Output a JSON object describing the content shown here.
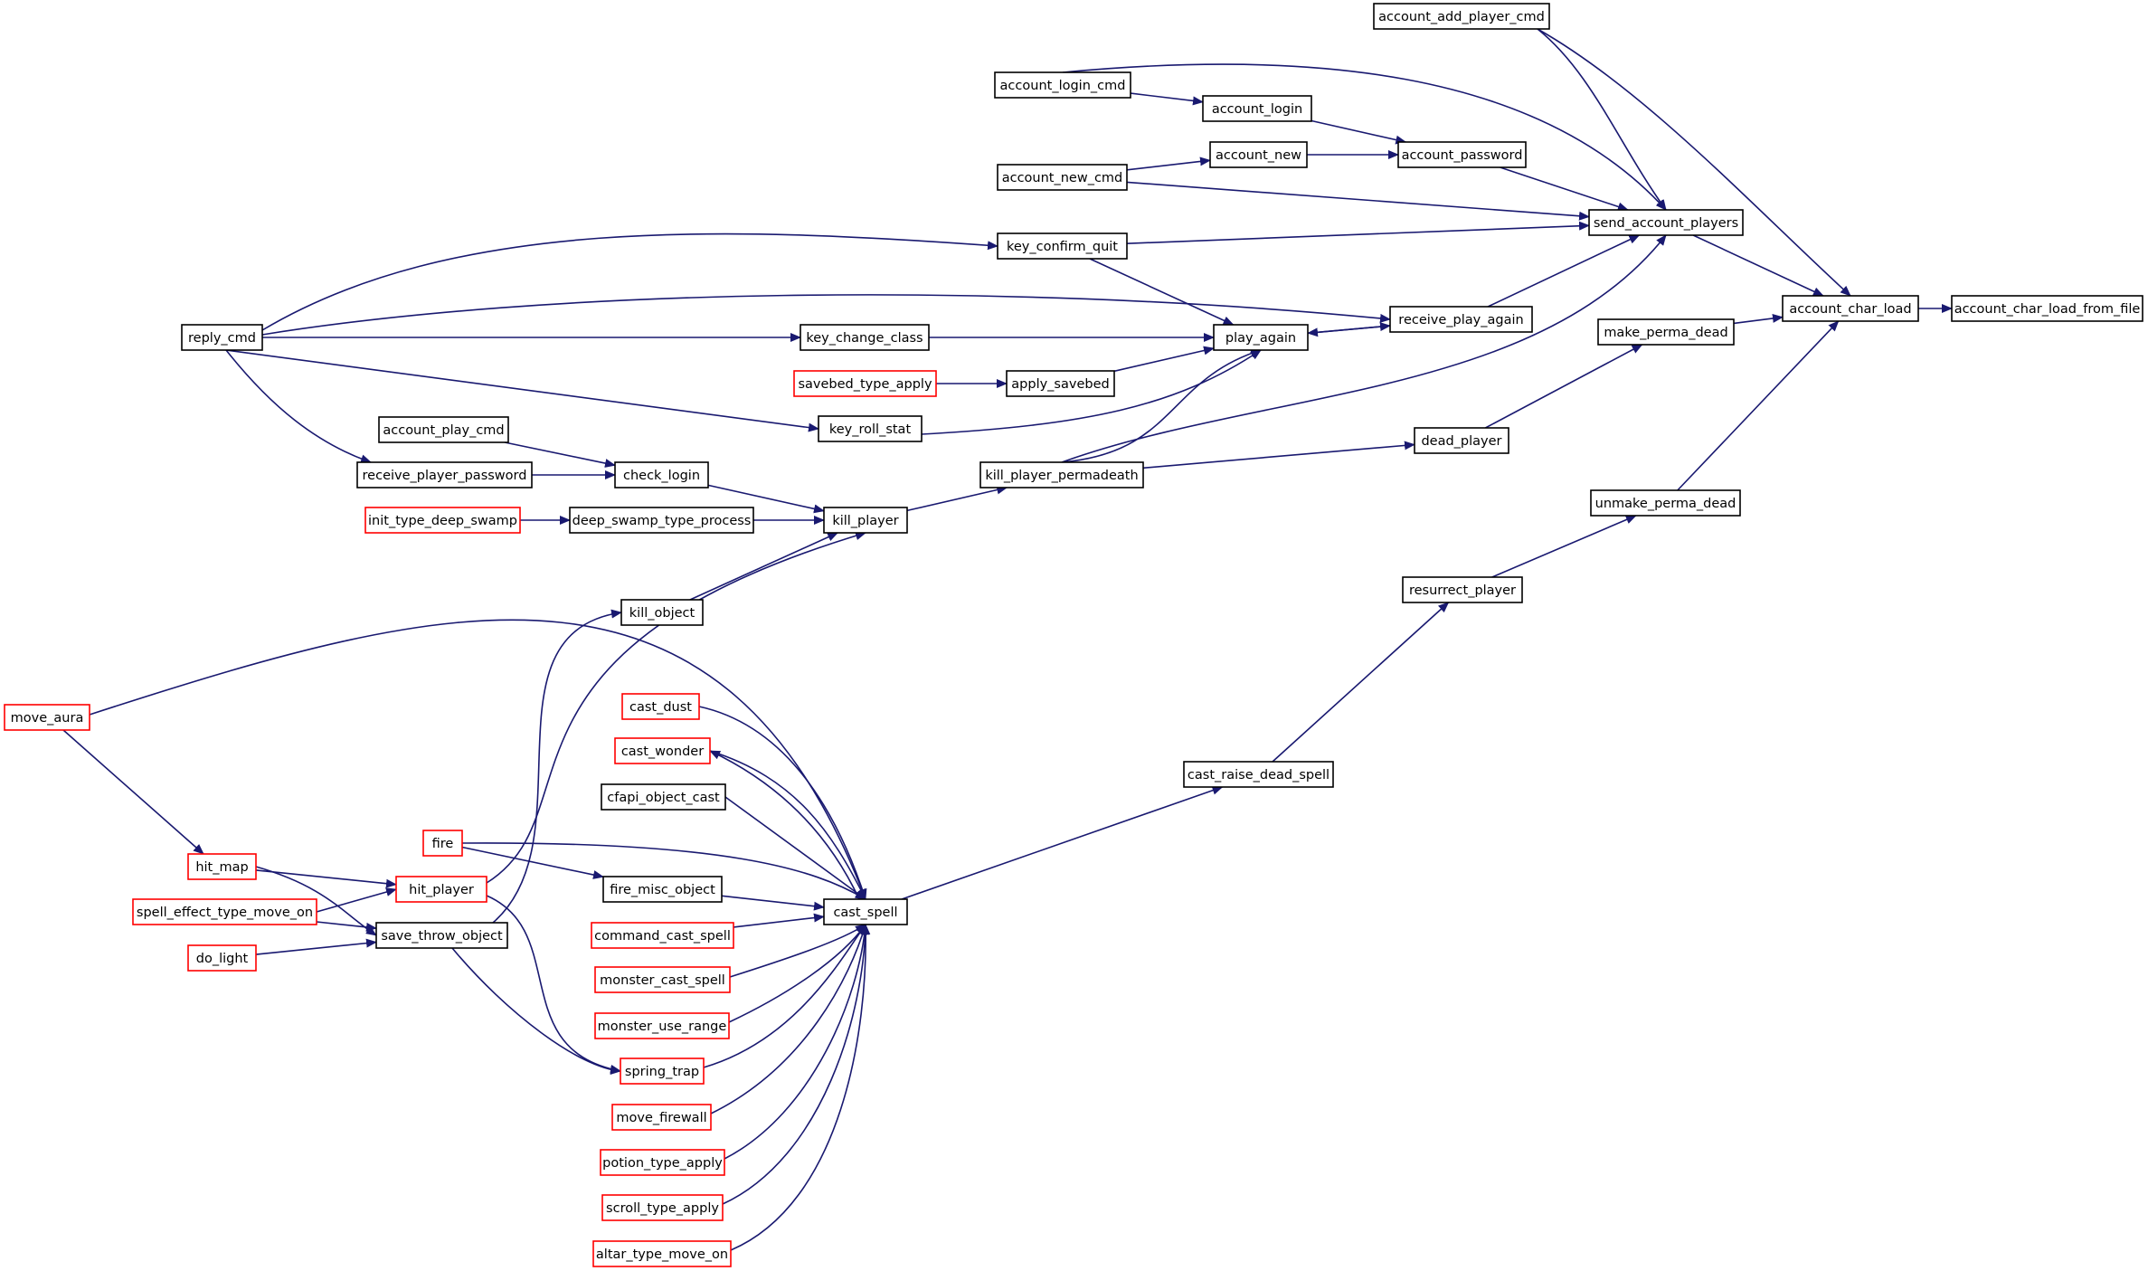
{
  "colors": {
    "edge": "#191970",
    "border_normal": "#000000",
    "border_truncated": "#ff0000",
    "focus_fill": "#bfbfbf"
  },
  "nodes": [
    {
      "id": "account_char_load_from_file",
      "label": "account_char_load_from_file",
      "kind": "focus"
    },
    {
      "id": "account_char_load",
      "label": "account_char_load",
      "kind": "normal"
    },
    {
      "id": "account_add_player_cmd",
      "label": "account_add_player_cmd",
      "kind": "normal"
    },
    {
      "id": "send_account_players",
      "label": "send_account_players",
      "kind": "normal"
    },
    {
      "id": "make_perma_dead",
      "label": "make_perma_dead",
      "kind": "normal"
    },
    {
      "id": "unmake_perma_dead",
      "label": "unmake_perma_dead",
      "kind": "normal"
    },
    {
      "id": "account_login_cmd",
      "label": "account_login_cmd",
      "kind": "normal"
    },
    {
      "id": "account_login",
      "label": "account_login",
      "kind": "normal"
    },
    {
      "id": "account_new",
      "label": "account_new",
      "kind": "normal"
    },
    {
      "id": "account_password",
      "label": "account_password",
      "kind": "normal"
    },
    {
      "id": "account_new_cmd",
      "label": "account_new_cmd",
      "kind": "normal"
    },
    {
      "id": "key_confirm_quit",
      "label": "key_confirm_quit",
      "kind": "normal"
    },
    {
      "id": "receive_play_again",
      "label": "receive_play_again",
      "kind": "normal"
    },
    {
      "id": "play_again",
      "label": "play_again",
      "kind": "normal"
    },
    {
      "id": "reply_cmd",
      "label": "reply_cmd",
      "kind": "normal"
    },
    {
      "id": "key_change_class",
      "label": "key_change_class",
      "kind": "normal"
    },
    {
      "id": "savebed_type_apply",
      "label": "savebed_type_apply",
      "kind": "truncated"
    },
    {
      "id": "apply_savebed",
      "label": "apply_savebed",
      "kind": "normal"
    },
    {
      "id": "key_roll_stat",
      "label": "key_roll_stat",
      "kind": "normal"
    },
    {
      "id": "account_play_cmd",
      "label": "account_play_cmd",
      "kind": "normal"
    },
    {
      "id": "check_login",
      "label": "check_login",
      "kind": "normal"
    },
    {
      "id": "receive_player_password",
      "label": "receive_player_password",
      "kind": "normal"
    },
    {
      "id": "dead_player",
      "label": "dead_player",
      "kind": "normal"
    },
    {
      "id": "kill_player_permadeath",
      "label": "kill_player_permadeath",
      "kind": "normal"
    },
    {
      "id": "init_type_deep_swamp",
      "label": "init_type_deep_swamp",
      "kind": "truncated"
    },
    {
      "id": "deep_swamp_type_process",
      "label": "deep_swamp_type_process",
      "kind": "normal"
    },
    {
      "id": "kill_player",
      "label": "kill_player",
      "kind": "normal"
    },
    {
      "id": "resurrect_player",
      "label": "resurrect_player",
      "kind": "normal"
    },
    {
      "id": "kill_object",
      "label": "kill_object",
      "kind": "normal"
    },
    {
      "id": "move_aura",
      "label": "move_aura",
      "kind": "truncated"
    },
    {
      "id": "cast_dust",
      "label": "cast_dust",
      "kind": "truncated"
    },
    {
      "id": "cast_wonder",
      "label": "cast_wonder",
      "kind": "truncated"
    },
    {
      "id": "cfapi_object_cast",
      "label": "cfapi_object_cast",
      "kind": "normal"
    },
    {
      "id": "cast_raise_dead_spell",
      "label": "cast_raise_dead_spell",
      "kind": "normal"
    },
    {
      "id": "fire",
      "label": "fire",
      "kind": "truncated"
    },
    {
      "id": "hit_map",
      "label": "hit_map",
      "kind": "truncated"
    },
    {
      "id": "hit_player",
      "label": "hit_player",
      "kind": "truncated"
    },
    {
      "id": "fire_misc_object",
      "label": "fire_misc_object",
      "kind": "normal"
    },
    {
      "id": "cast_spell",
      "label": "cast_spell",
      "kind": "normal"
    },
    {
      "id": "spell_effect_type_move_on",
      "label": "spell_effect_type_move_on",
      "kind": "truncated"
    },
    {
      "id": "save_throw_object",
      "label": "save_throw_object",
      "kind": "normal"
    },
    {
      "id": "command_cast_spell",
      "label": "command_cast_spell",
      "kind": "truncated"
    },
    {
      "id": "do_light",
      "label": "do_light",
      "kind": "truncated"
    },
    {
      "id": "monster_cast_spell",
      "label": "monster_cast_spell",
      "kind": "truncated"
    },
    {
      "id": "monster_use_range",
      "label": "monster_use_range",
      "kind": "truncated"
    },
    {
      "id": "spring_trap",
      "label": "spring_trap",
      "kind": "truncated"
    },
    {
      "id": "move_firewall",
      "label": "move_firewall",
      "kind": "truncated"
    },
    {
      "id": "potion_type_apply",
      "label": "potion_type_apply",
      "kind": "truncated"
    },
    {
      "id": "scroll_type_apply",
      "label": "scroll_type_apply",
      "kind": "truncated"
    },
    {
      "id": "altar_type_move_on",
      "label": "altar_type_move_on",
      "kind": "truncated"
    }
  ],
  "edges": [
    {
      "from": "account_char_load",
      "to": "account_char_load_from_file"
    },
    {
      "from": "account_add_player_cmd",
      "to": "account_char_load"
    },
    {
      "from": "account_add_player_cmd",
      "to": "send_account_players"
    },
    {
      "from": "send_account_players",
      "to": "account_char_load"
    },
    {
      "from": "make_perma_dead",
      "to": "account_char_load"
    },
    {
      "from": "unmake_perma_dead",
      "to": "account_char_load"
    },
    {
      "from": "account_login_cmd",
      "to": "account_login"
    },
    {
      "from": "account_login_cmd",
      "to": "send_account_players"
    },
    {
      "from": "account_login",
      "to": "account_password"
    },
    {
      "from": "account_new_cmd",
      "to": "account_new"
    },
    {
      "from": "account_new_cmd",
      "to": "send_account_players"
    },
    {
      "from": "account_new",
      "to": "account_password"
    },
    {
      "from": "account_password",
      "to": "send_account_players"
    },
    {
      "from": "key_confirm_quit",
      "to": "send_account_players"
    },
    {
      "from": "receive_play_again",
      "to": "send_account_players"
    },
    {
      "from": "kill_player_permadeath",
      "to": "send_account_players"
    },
    {
      "from": "reply_cmd",
      "to": "key_confirm_quit"
    },
    {
      "from": "reply_cmd",
      "to": "receive_play_again"
    },
    {
      "from": "reply_cmd",
      "to": "key_change_class"
    },
    {
      "from": "reply_cmd",
      "to": "key_roll_stat"
    },
    {
      "from": "reply_cmd",
      "to": "receive_player_password"
    },
    {
      "from": "key_confirm_quit",
      "to": "play_again"
    },
    {
      "from": "key_change_class",
      "to": "play_again"
    },
    {
      "from": "apply_savebed",
      "to": "play_again"
    },
    {
      "from": "key_roll_stat",
      "to": "play_again"
    },
    {
      "from": "kill_player_permadeath",
      "to": "play_again"
    },
    {
      "from": "play_again",
      "to": "receive_play_again"
    },
    {
      "from": "receive_play_again",
      "to": "play_again"
    },
    {
      "from": "savebed_type_apply",
      "to": "apply_savebed"
    },
    {
      "from": "account_play_cmd",
      "to": "check_login"
    },
    {
      "from": "receive_player_password",
      "to": "check_login"
    },
    {
      "from": "check_login",
      "to": "kill_player"
    },
    {
      "from": "dead_player",
      "to": "make_perma_dead"
    },
    {
      "from": "kill_player_permadeath",
      "to": "dead_player"
    },
    {
      "from": "kill_player",
      "to": "kill_player_permadeath"
    },
    {
      "from": "init_type_deep_swamp",
      "to": "deep_swamp_type_process"
    },
    {
      "from": "deep_swamp_type_process",
      "to": "kill_player"
    },
    {
      "from": "kill_object",
      "to": "kill_player"
    },
    {
      "from": "hit_player",
      "to": "kill_player"
    },
    {
      "from": "resurrect_player",
      "to": "unmake_perma_dead"
    },
    {
      "from": "cast_raise_dead_spell",
      "to": "resurrect_player"
    },
    {
      "from": "cast_spell",
      "to": "cast_raise_dead_spell"
    },
    {
      "from": "save_throw_object",
      "to": "kill_object"
    },
    {
      "from": "move_aura",
      "to": "cast_spell"
    },
    {
      "from": "move_aura",
      "to": "hit_map"
    },
    {
      "from": "cast_dust",
      "to": "cast_spell"
    },
    {
      "from": "cast_wonder",
      "to": "cast_spell"
    },
    {
      "from": "cast_spell",
      "to": "cast_wonder"
    },
    {
      "from": "cfapi_object_cast",
      "to": "cast_spell"
    },
    {
      "from": "fire",
      "to": "cast_spell"
    },
    {
      "from": "fire",
      "to": "fire_misc_object"
    },
    {
      "from": "fire_misc_object",
      "to": "cast_spell"
    },
    {
      "from": "hit_map",
      "to": "hit_player"
    },
    {
      "from": "hit_map",
      "to": "save_throw_object"
    },
    {
      "from": "spell_effect_type_move_on",
      "to": "hit_player"
    },
    {
      "from": "spell_effect_type_move_on",
      "to": "save_throw_object"
    },
    {
      "from": "do_light",
      "to": "save_throw_object"
    },
    {
      "from": "hit_player",
      "to": "spring_trap"
    },
    {
      "from": "save_throw_object",
      "to": "spring_trap"
    },
    {
      "from": "command_cast_spell",
      "to": "cast_spell"
    },
    {
      "from": "monster_cast_spell",
      "to": "cast_spell"
    },
    {
      "from": "monster_use_range",
      "to": "cast_spell"
    },
    {
      "from": "spring_trap",
      "to": "cast_spell"
    },
    {
      "from": "move_firewall",
      "to": "cast_spell"
    },
    {
      "from": "potion_type_apply",
      "to": "cast_spell"
    },
    {
      "from": "scroll_type_apply",
      "to": "cast_spell"
    },
    {
      "from": "altar_type_move_on",
      "to": "cast_spell"
    }
  ]
}
